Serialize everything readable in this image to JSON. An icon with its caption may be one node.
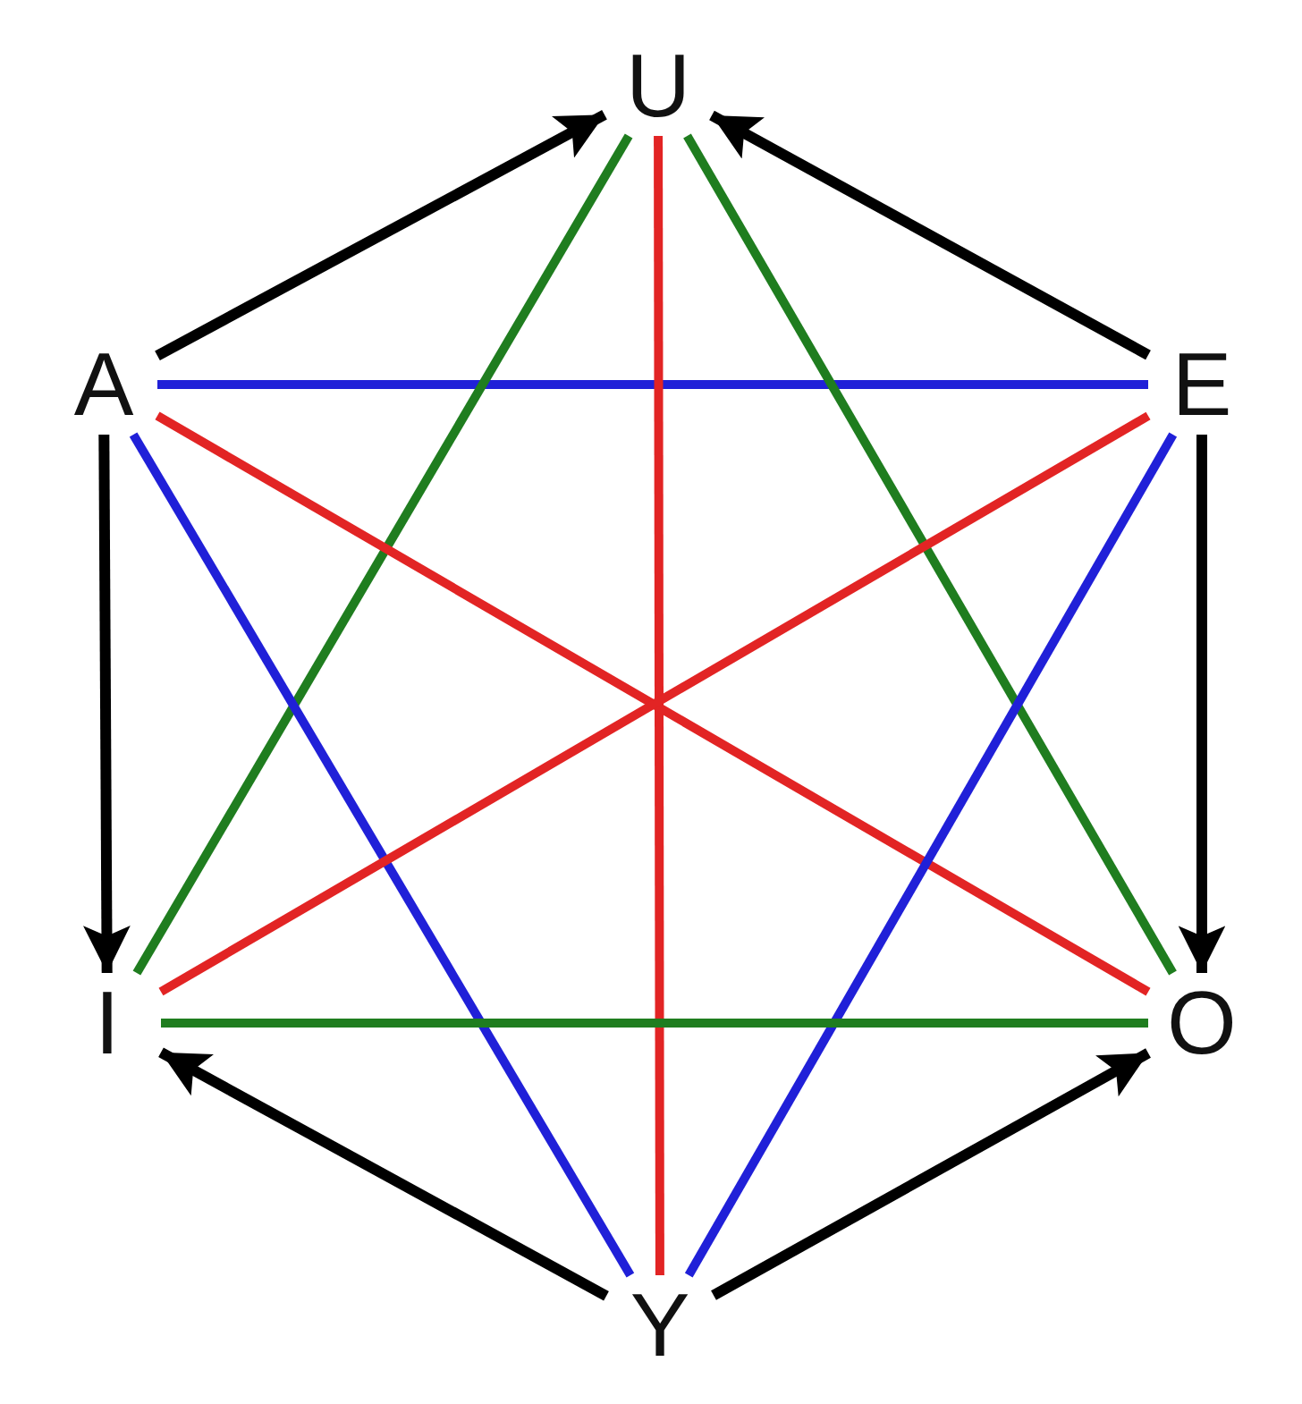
{
  "diagram": {
    "nodes": [
      {
        "text": [
          "U"
        ]
      },
      {
        "text": [
          "A"
        ]
      },
      {
        "text": [
          "E"
        ]
      },
      {
        "text": [
          "I"
        ]
      },
      {
        "text": [
          "O"
        ]
      },
      {
        "text": [
          "Y"
        ]
      }
    ],
    "edges": [
      {
        "from": 1,
        "to": 0,
        "arrow": "to"
      },
      {
        "from": 2,
        "to": 0,
        "arrow": "to"
      },
      {
        "from": 1,
        "to": 3,
        "arrow": "to"
      },
      {
        "from": 2,
        "to": 4,
        "arrow": "to"
      },
      {
        "from": 5,
        "to": 3,
        "arrow": "to"
      },
      {
        "from": 5,
        "to": 4,
        "arrow": "to"
      },
      {
        "from": 1,
        "to": 2,
        "arrow": "none",
        "color": "#2020d8"
      },
      {
        "from": 0,
        "to": 3,
        "arrow": "none",
        "color": "#1f7d1f"
      },
      {
        "from": 0,
        "to": 5,
        "arrow": "none",
        "color": "#e22424"
      },
      {
        "from": 0,
        "to": 4,
        "arrow": "none",
        "color": "#1f7d1f"
      },
      {
        "from": 1,
        "to": 4,
        "arrow": "none",
        "color": "#e22424"
      },
      {
        "from": 1,
        "to": 5,
        "arrow": "none",
        "color": "#2020d8"
      },
      {
        "from": 2,
        "to": 3,
        "arrow": "none",
        "color": "#e22424"
      },
      {
        "from": 2,
        "to": 5,
        "arrow": "none",
        "color": "#2020d8"
      },
      {
        "from": 3,
        "to": 4,
        "arrow": "none",
        "color": "#1f7d1f"
      }
    ]
  }
}
